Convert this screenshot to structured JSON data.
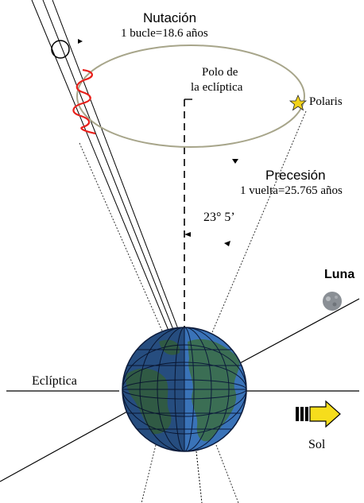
{
  "labels": {
    "nutacion_title": "Nutación",
    "nutacion_period": "1 bucle=18.6 años",
    "polo_line1": "Polo de",
    "polo_line2": "la eclíptica",
    "polaris": "Polaris",
    "precesion_title": "Precesión",
    "precesion_period": "1 vuelta=25.765 años",
    "angle": "23° 5’",
    "luna": "Luna",
    "ecliptica": "Eclíptica",
    "sol": "Sol"
  },
  "colors": {
    "cone_ellipse": "#a7a58a",
    "nutation_wave": "#e8211c",
    "polaris_star": "#f2d21a",
    "sun_arrow_fill": "#f6dd1c",
    "ocean": "#2f5f9c",
    "ocean_lit": "#3a73b8",
    "land": "#3b6e54",
    "grid": "#0b1a3a",
    "moon": "#8a8f95"
  },
  "icons": {
    "polaris": "star-icon",
    "moon": "moon-icon",
    "sun_direction": "arrow-right-icon",
    "earth": "globe-icon"
  }
}
